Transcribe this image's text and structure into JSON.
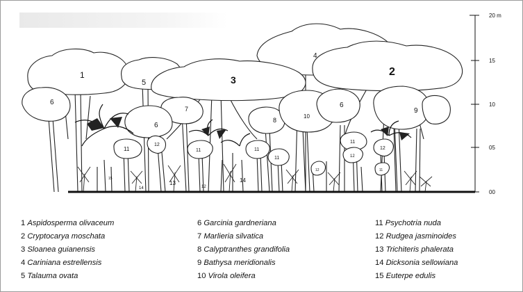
{
  "axis": {
    "unit_label": "20 m",
    "ticks": [
      "15",
      "10",
      "05",
      "00"
    ]
  },
  "profile_numbers": {
    "n1": "1",
    "n2": "2",
    "n3": "3",
    "n4": "4",
    "n5": "5",
    "n6": "6",
    "n7": "7",
    "n8": "8",
    "n9": "9",
    "n10": "10",
    "n11": "11",
    "n12": "12",
    "n13": "13",
    "n14": "14",
    "n15": "15"
  },
  "legend": {
    "col1": [
      {
        "num": "1",
        "name": "Aspidosperma olivaceum"
      },
      {
        "num": "2",
        "name": "Cryptocarya moschata"
      },
      {
        "num": "3",
        "name": "Sloanea guianensis"
      },
      {
        "num": "4",
        "name": "Cariniana estrellensis"
      },
      {
        "num": "5",
        "name": "Talauma ovata"
      }
    ],
    "col2": [
      {
        "num": "6",
        "name": "Garcinia gardneriana"
      },
      {
        "num": "7",
        "name": "Marlieria silvatica"
      },
      {
        "num": "8",
        "name": "Calyptranthes grandifolia"
      },
      {
        "num": "9",
        "name": "Bathysa meridionalis"
      },
      {
        "num": "10",
        "name": "Virola oleifera"
      }
    ],
    "col3": [
      {
        "num": "11",
        "name": "Psychotria nuda"
      },
      {
        "num": "12",
        "name": "Rudgea jasminoides"
      },
      {
        "num": "13",
        "name": "Trichiteris phalerata"
      },
      {
        "num": "14",
        "name": "Dicksonia sellowiana"
      },
      {
        "num": "15",
        "name": "Euterpe edulis"
      }
    ]
  }
}
